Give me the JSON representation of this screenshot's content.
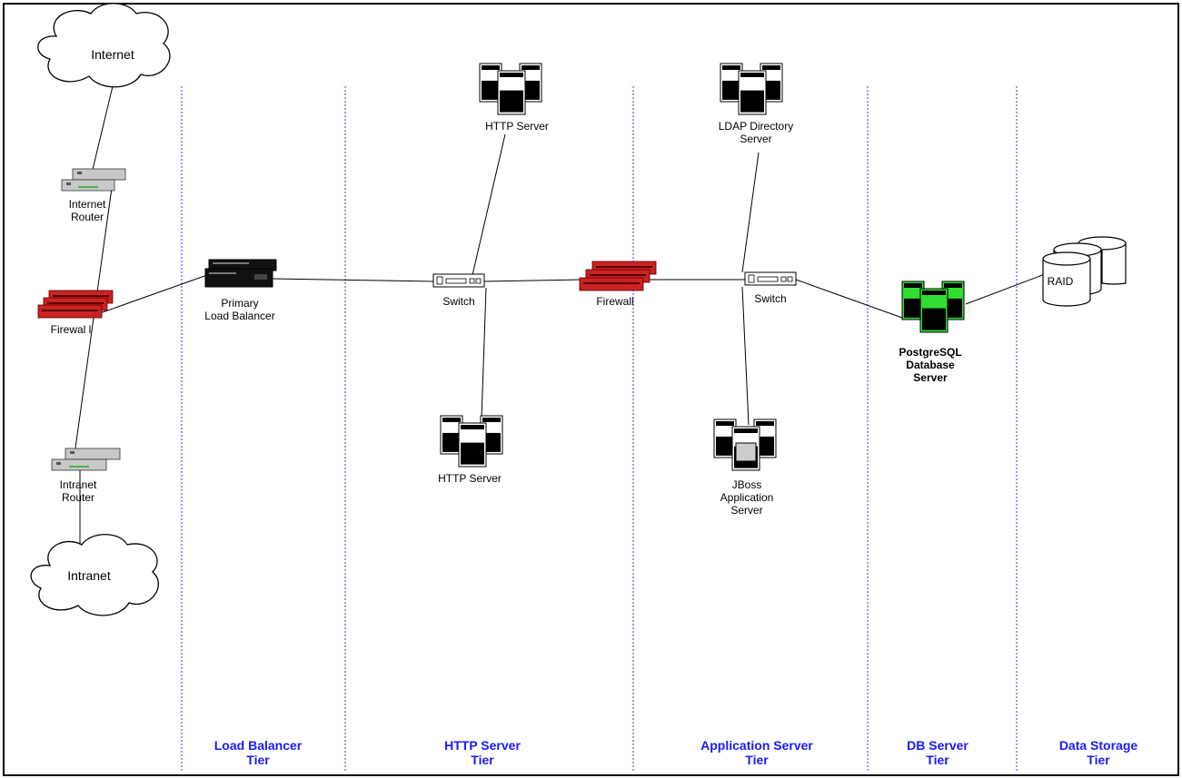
{
  "clouds": {
    "internet": "Internet",
    "intranet": "Intranet"
  },
  "nodes": {
    "internet_router": [
      "Internet",
      "Router"
    ],
    "intranet_router": [
      "Intranet",
      "Router"
    ],
    "firewall_1": "Firewal l",
    "primary_lb": [
      "Primary",
      "Load Balancer"
    ],
    "http_server_top": "HTTP Server",
    "http_server_bottom": "HTTP Server",
    "switch_1": "Switch",
    "firewall_2": "Firewall",
    "switch_2": "Switch",
    "ldap": [
      "LDAP Directory",
      "Server"
    ],
    "jboss": [
      "JBoss",
      "Application",
      "Server"
    ],
    "postgres": [
      "PostgreSQL",
      "Database",
      "Server"
    ],
    "raid": "RAID"
  },
  "tiers": {
    "lb": [
      "Load Balancer",
      "Tier"
    ],
    "http": [
      "HTTP Server",
      "Tier"
    ],
    "app": [
      "Application Server",
      "Tier"
    ],
    "db": [
      "DB Server",
      "Tier"
    ],
    "storage": [
      "Data Storage",
      "Tier"
    ]
  },
  "colors": {
    "tier_label": "#1a1aff",
    "divider": "#3333ff",
    "firewall": "#cc2222",
    "db_server": "#33dd33",
    "router": "#c8c8c8"
  }
}
